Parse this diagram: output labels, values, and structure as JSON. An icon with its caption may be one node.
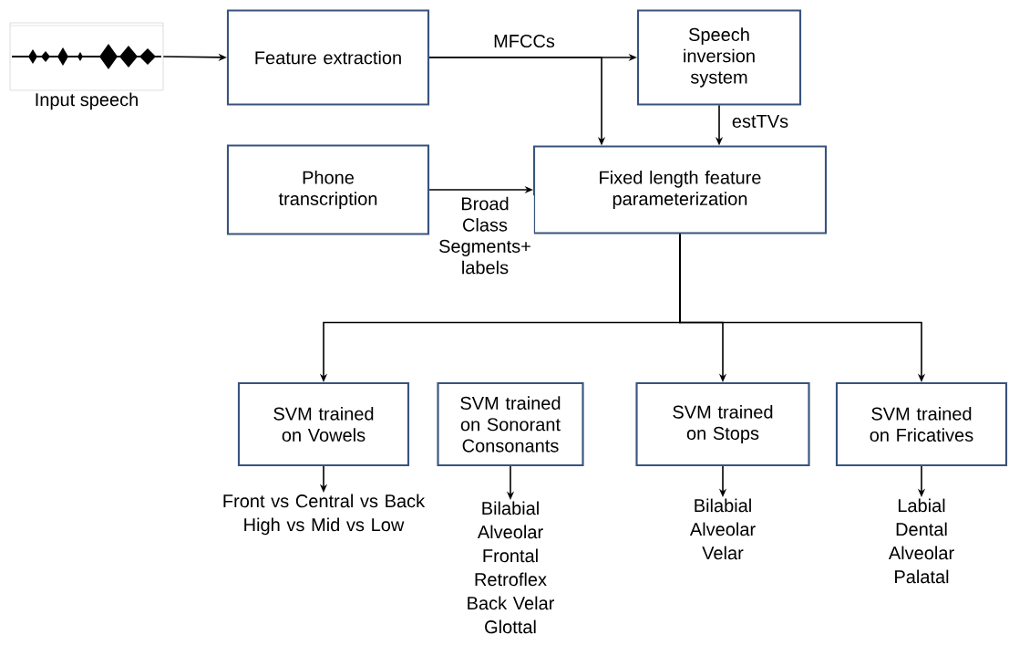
{
  "diagram": {
    "nodes": [
      {
        "text": [],
        "shape": "picture",
        "beside": [
          "Input speech"
        ]
      },
      {
        "text": [
          "Feature extraction"
        ]
      },
      {
        "text": [
          "Speech inversion system"
        ]
      },
      {
        "text": [
          "Phone transcription"
        ]
      },
      {
        "text": [
          "Fixed length feature parameterization"
        ]
      },
      {
        "text": [
          "SVM trained on Vowels"
        ]
      },
      {
        "text": [
          "SVM trained on Sonorant Consonants"
        ]
      },
      {
        "text": [
          "SVM trained on Stops"
        ]
      },
      {
        "text": [
          "SVM trained on Fricatives"
        ]
      },
      {
        "text": [
          "Front vs Central vs Back High vs Mid vs Low"
        ]
      },
      {
        "text": [
          "Bilabial Alveolar Frontal Retroflex Back Velar Glottal"
        ]
      },
      {
        "text": [
          "Bilabial Alveolar Velar"
        ]
      },
      {
        "text": [
          "Labial Dental Alveolar Palatal"
        ]
      }
    ],
    "edges": [
      {
        "from": 0,
        "to": 1,
        "arrow": "to"
      },
      {
        "from": 1,
        "to": 2,
        "arrow": "to",
        "label": "MFCCs"
      },
      {
        "from": 1,
        "to": 4,
        "arrow": "to"
      },
      {
        "from": 2,
        "to": 4,
        "arrow": "to",
        "label": "estTVs"
      },
      {
        "from": 3,
        "to": 4,
        "arrow": "to",
        "label": "Broad Class Segments+ labels"
      },
      {
        "from": 4,
        "to": 5,
        "arrow": "to"
      },
      {
        "from": 4,
        "to": 7,
        "arrow": "to"
      },
      {
        "from": 4,
        "to": 8,
        "arrow": "to"
      },
      {
        "from": 5,
        "to": 9,
        "arrow": "to"
      },
      {
        "from": 6,
        "to": 10,
        "arrow": "to"
      },
      {
        "from": 7,
        "to": 11,
        "arrow": "to"
      },
      {
        "from": 8,
        "to": 12,
        "arrow": "to"
      }
    ]
  }
}
